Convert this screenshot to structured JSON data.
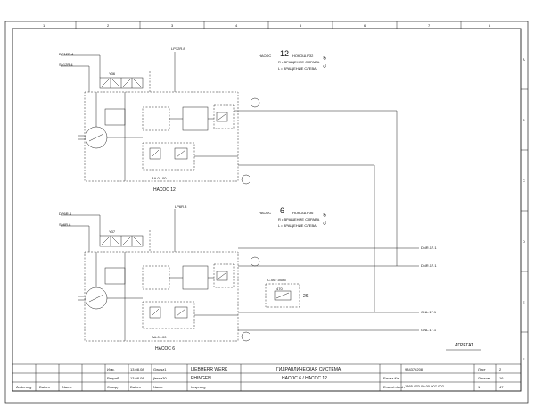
{
  "border": {
    "col_top": [
      "1",
      "2",
      "3",
      "4",
      "5",
      "6",
      "7",
      "8"
    ],
    "row_right": [
      "A",
      "B",
      "C",
      "D",
      "E",
      "F"
    ]
  },
  "top_circuit": {
    "ports": [
      "DP12R.4",
      "Sp12R.4",
      "LP12R.8"
    ],
    "valve_tag": "Y36",
    "label": "НАСОС 12",
    "module": "AA.01.00",
    "pump_info": {
      "pump": "НАСОС",
      "number": "12",
      "code": "НОКОШ.РЗ2",
      "rot_right": "R • ВРАЩЕНИЕ СПРАВА",
      "rot_left": "L • ВРАЩЕНИЕ СЛЕВА"
    }
  },
  "bottom_circuit": {
    "ports": [
      "DP6R.4",
      "Sp6R.8",
      "LP6R.8"
    ],
    "valve_tag": "Y37",
    "label": "НАСОС 6",
    "module": "AA.01.00",
    "pump_info": {
      "pump": "НАСОС",
      "number": "6",
      "code": "НОКОШ.РЗ6",
      "rot_right": "R • ВРАЩЕНИЕ СПРАВА",
      "rot_left": "L • ВРАЩЕНИЕ СЛЕВА"
    },
    "aux": {
      "code": "С.067.0085",
      "value": "470",
      "number": "26"
    }
  },
  "outputs": [
    "DNR.17.1",
    "DNR.17.1",
    "GNL.17.1",
    "GNL.17.1"
  ],
  "aggregate_label": "АГРЕГАТ",
  "title_block": {
    "rows": [
      {
        "left": "Изм.",
        "date": "13.08.08",
        "name": "Gwasz1"
      },
      {
        "left": "Разраб.",
        "date": "13.08.08",
        "name": "jlessa30"
      },
      {
        "left": "Станд.",
        "date": "Datum",
        "name": "Name"
      }
    ],
    "company": "LIEBHERR WERK",
    "city": "EHINGEN",
    "title_main": "ГИДРАВЛИЧЕСКАЯ СИСТЕМА",
    "title_sub": "НАСОС 6 / НАСОС 12",
    "doc_number": "984376208",
    "drawing_number": "1365-970.00.00.007-002",
    "sheet_labels": [
      "Лист",
      "Листов"
    ],
    "sheet_values": [
      "1",
      "2"
    ],
    "extra_cells": [
      "16",
      "47"
    ],
    "bottom_labels": [
      "Änderung",
      "Datum",
      "Name",
      "Ursprung",
      "Ersatz für",
      "Ersetzt durch"
    ]
  }
}
